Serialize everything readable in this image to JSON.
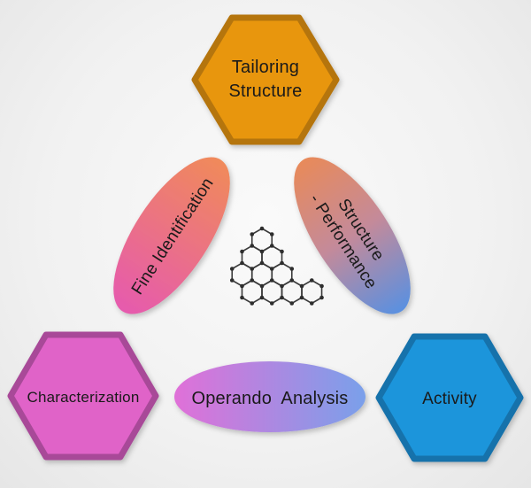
{
  "nodes": {
    "tailoring": {
      "line1": "Tailoring",
      "line2": "Structure",
      "fill": "#e8960c",
      "stroke": "#b5740a"
    },
    "characterization": {
      "label": "Characterization",
      "fill": "#e064c8",
      "stroke": "#a84a98"
    },
    "activity": {
      "label": "Activity",
      "fill": "#1c95db",
      "stroke": "#1672ab"
    }
  },
  "links": {
    "fine_identification": {
      "label": "Fine Identification",
      "color_top": "#f08a5a",
      "color_bottom": "#e65aae"
    },
    "structure_performance": {
      "line1": "Structure",
      "line2": "- Performance",
      "color_top": "#e88a5a",
      "color_bottom": "#5a90e0"
    },
    "operando": {
      "label": "Operando  Analysis",
      "color_left": "#e070d8",
      "color_right": "#7aa0ea"
    }
  }
}
